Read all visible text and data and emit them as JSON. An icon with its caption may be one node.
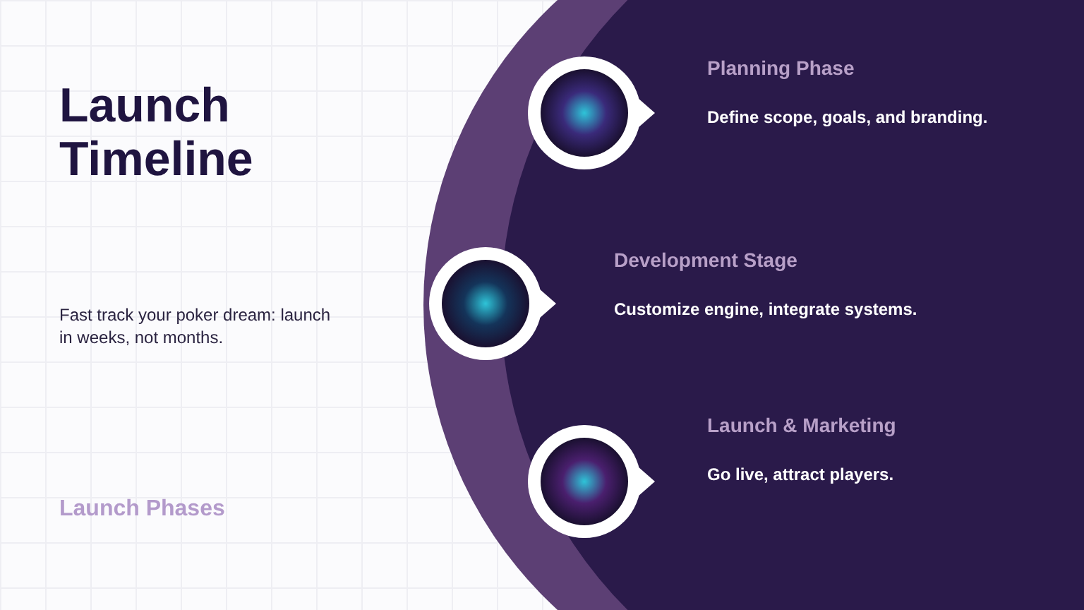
{
  "diagram": {
    "title": "Launch Timeline",
    "nodes": [
      {
        "text": [
          "Planning Phase",
          "Define scope, goals, and branding."
        ]
      },
      {
        "text": [
          "Development Stage",
          "Customize engine, integrate systems."
        ]
      },
      {
        "text": [
          "Launch & Marketing",
          "Go live, attract players."
        ]
      }
    ],
    "labels": [
      "Fast track your poker dream: launch in weeks, not months.",
      "Launch Phases"
    ]
  }
}
